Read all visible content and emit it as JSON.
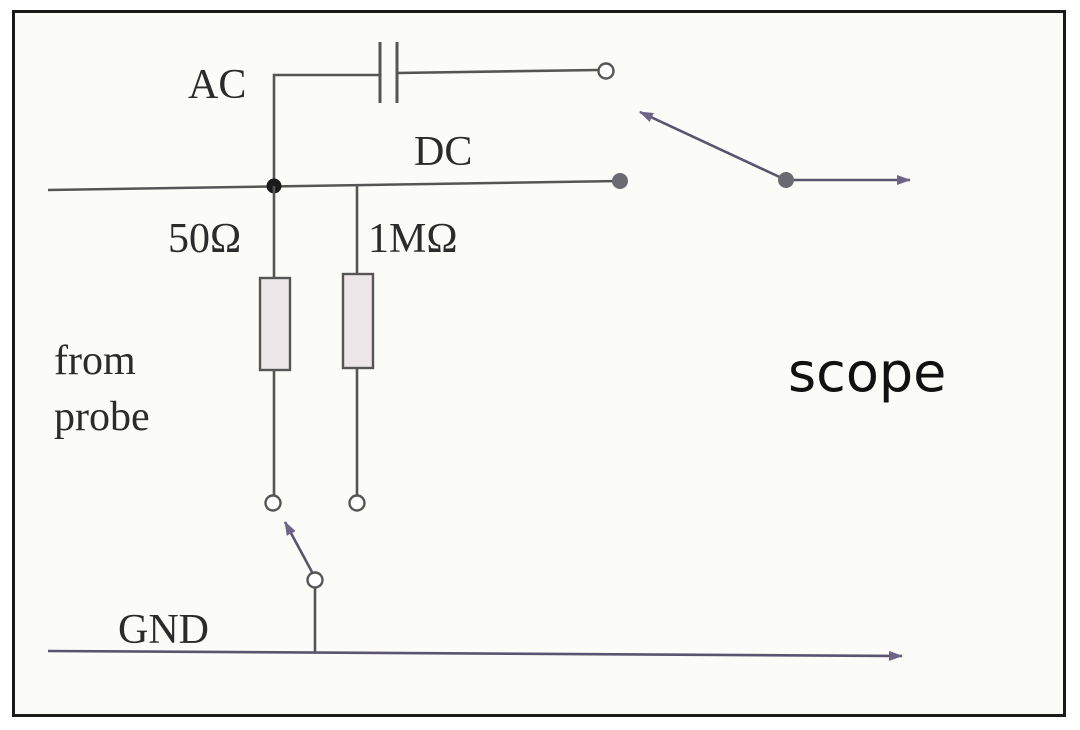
{
  "labels": {
    "ac": "AC",
    "dc": "DC",
    "r50": "50Ω",
    "r1m": "1MΩ",
    "from": "from",
    "probe": "probe",
    "gnd": "GND",
    "scope": "scope"
  },
  "colors": {
    "wire": "#555555",
    "arrow": "#6e6488",
    "resistor_fill": "#ede6e8",
    "text": "#2b2b2b",
    "frame": "#1a1a1a"
  }
}
